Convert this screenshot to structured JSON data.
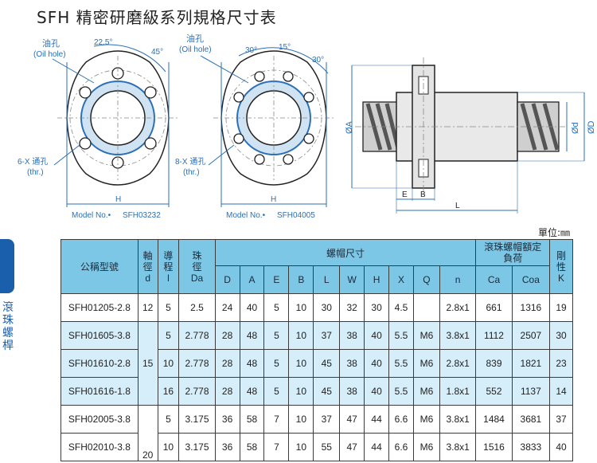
{
  "title": "SFH 精密研磨級系列規格尺寸表",
  "side_tab_text": "滾珠螺桿",
  "unit_label": "單位:㎜",
  "drawing1": {
    "oil_hole_cn": "油孔",
    "oil_hole_en": "(Oil hole)",
    "angle_a": "22.5°",
    "angle_b": "45°",
    "thru_cn": "6-X 通孔",
    "thru_en": "(thr.)",
    "h_label": "H",
    "model_label": "Model No.•",
    "model_no": "SFH03232"
  },
  "drawing2": {
    "oil_hole_cn": "油孔",
    "oil_hole_en": "(Oil hole)",
    "angle_a": "30°",
    "angle_b": "15°",
    "angle_c": "30°",
    "thru_cn": "8-X 通孔",
    "thru_en": "(thr.)",
    "h_label": "H",
    "model_label": "Model No.•",
    "model_no": "SFH04005"
  },
  "drawing3": {
    "dim_a": "ØA",
    "dim_d": "Ød",
    "dim_D": "ØD",
    "dim_e": "E",
    "dim_b": "B",
    "dim_l": "L"
  },
  "table": {
    "header": {
      "model": "公稱型號",
      "shaft": "軸徑",
      "shaft_sym": "d",
      "lead": "導程",
      "lead_sym": "l",
      "ball": "珠徑",
      "ball_sym": "Da",
      "nut": "螺帽尺寸",
      "load": "滾珠螺帽額定負荷",
      "rigidity": "剛性",
      "rigidity_sym": "K",
      "nut_cols": [
        "D",
        "A",
        "E",
        "B",
        "L",
        "W",
        "H",
        "X",
        "Q",
        "n"
      ],
      "load_cols": [
        "Ca",
        "Coa"
      ]
    },
    "rows": [
      {
        "model": "SFH01205-2.8",
        "d": "12",
        "l": "5",
        "Da": "2.5",
        "D": "24",
        "A": "40",
        "E": "5",
        "B": "10",
        "L": "30",
        "W": "32",
        "H": "30",
        "X": "4.5",
        "Q": "",
        "n": "2.8x1",
        "Ca": "661",
        "Coa": "1316",
        "K": "19"
      },
      {
        "model": "SFH01605-3.8",
        "d": "15",
        "l": "5",
        "Da": "2.778",
        "D": "28",
        "A": "48",
        "E": "5",
        "B": "10",
        "L": "37",
        "W": "38",
        "H": "40",
        "X": "5.5",
        "Q": "M6",
        "n": "3.8x1",
        "Ca": "1112",
        "Coa": "2507",
        "K": "30"
      },
      {
        "model": "SFH01610-2.8",
        "d": "",
        "l": "10",
        "Da": "2.778",
        "D": "28",
        "A": "48",
        "E": "5",
        "B": "10",
        "L": "45",
        "W": "38",
        "H": "40",
        "X": "5.5",
        "Q": "M6",
        "n": "2.8x1",
        "Ca": "839",
        "Coa": "1821",
        "K": "23"
      },
      {
        "model": "SFH01616-1.8",
        "d": "",
        "l": "16",
        "Da": "2.778",
        "D": "28",
        "A": "48",
        "E": "5",
        "B": "10",
        "L": "45",
        "W": "38",
        "H": "40",
        "X": "5.5",
        "Q": "M6",
        "n": "1.8x1",
        "Ca": "552",
        "Coa": "1137",
        "K": "14"
      },
      {
        "model": "SFH02005-3.8",
        "d": "20",
        "l": "5",
        "Da": "3.175",
        "D": "36",
        "A": "58",
        "E": "7",
        "B": "10",
        "L": "37",
        "W": "47",
        "H": "44",
        "X": "6.6",
        "Q": "M6",
        "n": "3.8x1",
        "Ca": "1484",
        "Coa": "3681",
        "K": "37"
      },
      {
        "model": "SFH02010-3.8",
        "d": "",
        "l": "10",
        "Da": "3.175",
        "D": "36",
        "A": "58",
        "E": "7",
        "B": "10",
        "L": "55",
        "W": "47",
        "H": "44",
        "X": "6.6",
        "Q": "M6",
        "n": "3.8x1",
        "Ca": "1516",
        "Coa": "3833",
        "K": "40"
      }
    ]
  },
  "colors": {
    "header_bg": "#7cc6e6",
    "row_highlight": "#d6eef9",
    "drawing_blue": "#2b6fb6",
    "side_tab": "#1a5fab"
  }
}
